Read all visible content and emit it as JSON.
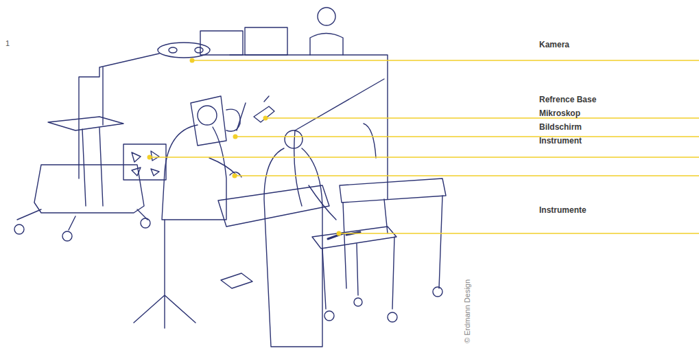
{
  "diagram": {
    "labels": [
      "1",
      "Kamera",
      "Refrence Base",
      "Mikroskop",
      "Bildschirm",
      "Instrument",
      "Instrumente",
      "© Erdmann Design"
    ]
  }
}
